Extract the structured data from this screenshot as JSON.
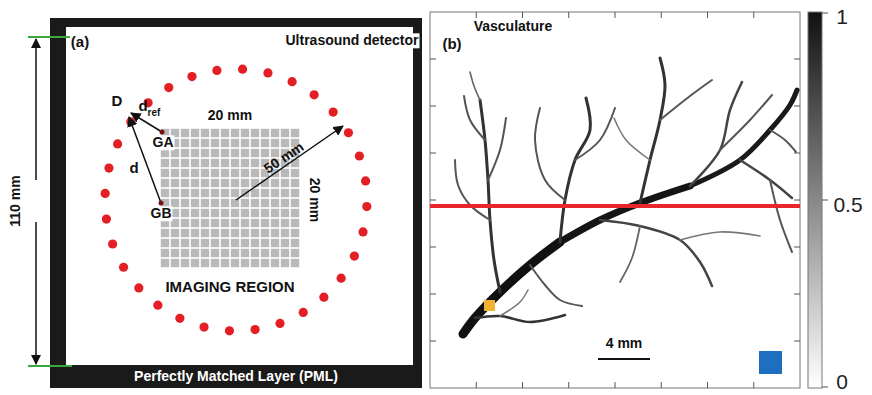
{
  "diagram": {
    "labels": [
      "(a)",
      "Ultrasound detector",
      "D",
      "d",
      "ref",
      "GA",
      "20 mm",
      "50 mm",
      "d",
      "GB",
      "20 mm",
      "IMAGING REGION",
      "110 mm",
      "Perfectly Matched Layer (PML)",
      "(b)",
      "Vasculature",
      "4 mm",
      "1",
      "0.5",
      "0"
    ]
  }
}
